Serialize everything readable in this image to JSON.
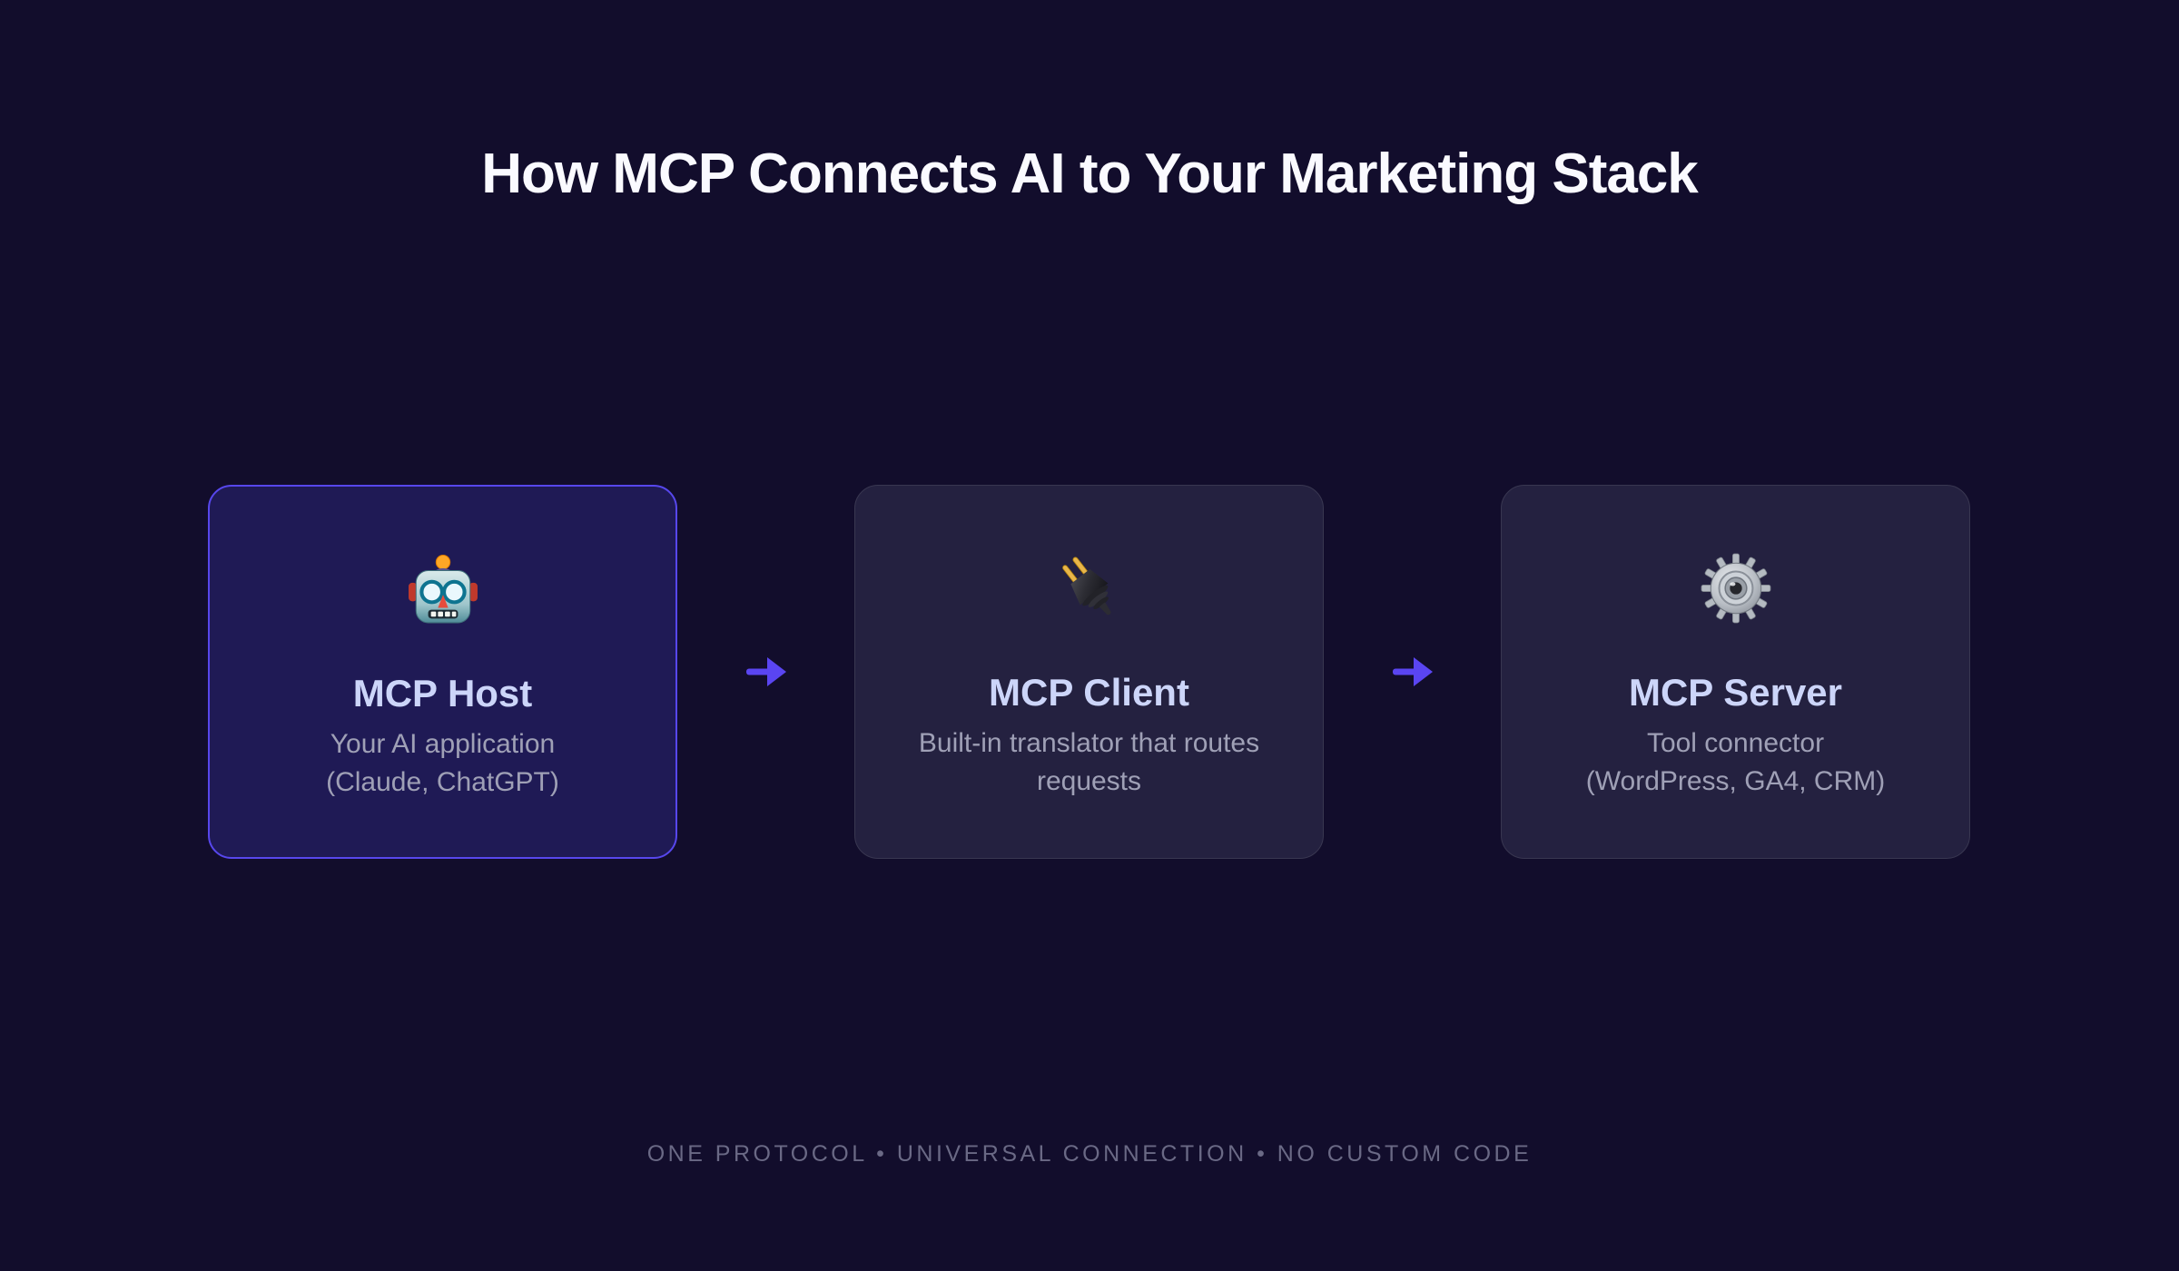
{
  "page": {
    "title": "How MCP Connects AI to Your Marketing Stack",
    "footer_tagline": "ONE PROTOCOL • UNIVERSAL CONNECTION • NO CUSTOM CODE"
  },
  "cards": [
    {
      "id": "host",
      "icon": "robot-emoji",
      "icon_glyph": "🤖",
      "title": "MCP Host",
      "description_line1": "Your AI application",
      "description_line2": "(Claude, ChatGPT)",
      "highlighted": true
    },
    {
      "id": "client",
      "icon": "plug-emoji",
      "icon_glyph": "🔌",
      "title": "MCP Client",
      "description_line1": "Built-in translator that routes",
      "description_line2": "requests",
      "highlighted": false
    },
    {
      "id": "server",
      "icon": "gear-emoji",
      "icon_glyph": "⚙️",
      "title": "MCP Server",
      "description_line1": "Tool connector",
      "description_line2": "(WordPress, GA4, CRM)",
      "highlighted": false
    }
  ],
  "flow": {
    "arrow_icon": "right-arrow",
    "arrow_glyph": "→"
  },
  "colors": {
    "background": "#120d2c",
    "heading_text": "#fafaff",
    "accent_arrow": "#5a45f2",
    "card_highlight_background": "#1f1a55",
    "card_highlight_border": "#5747ed",
    "card_background": "#242140",
    "card_border": "#393751",
    "card_title_text": "#ccd5f9",
    "card_description_text": "#9fa0b6",
    "footer_text": "#6a6985"
  }
}
